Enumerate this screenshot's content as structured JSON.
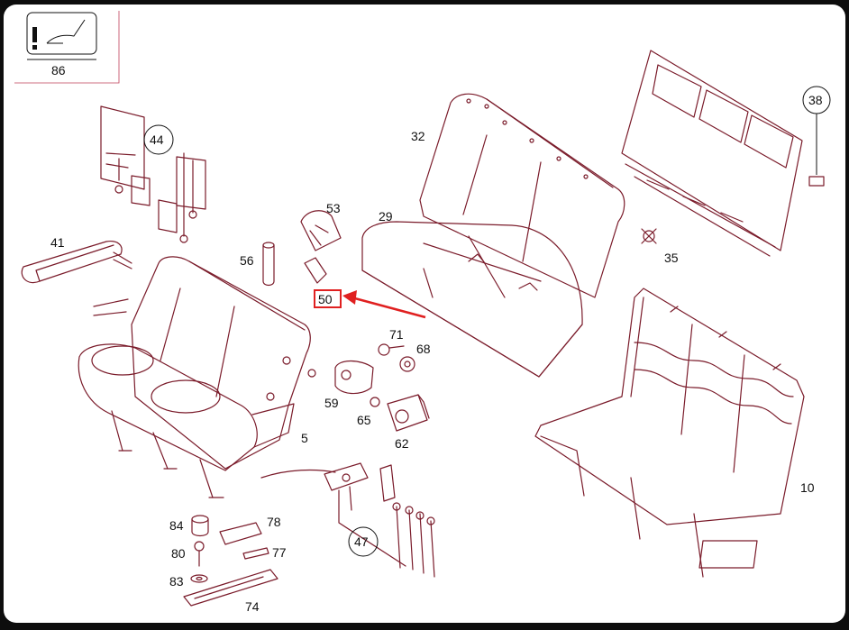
{
  "diagram": {
    "inset_label": "86",
    "parts": [
      {
        "id": "p44",
        "label": "44",
        "circled": true
      },
      {
        "id": "p41",
        "label": "41",
        "circled": false
      },
      {
        "id": "p56",
        "label": "56",
        "circled": false
      },
      {
        "id": "p53",
        "label": "53",
        "circled": false
      },
      {
        "id": "p50",
        "label": "50",
        "circled": false,
        "highlighted": true
      },
      {
        "id": "p29",
        "label": "29",
        "circled": false
      },
      {
        "id": "p32",
        "label": "32",
        "circled": false
      },
      {
        "id": "p38",
        "label": "38",
        "circled": true
      },
      {
        "id": "p35",
        "label": "35",
        "circled": false
      },
      {
        "id": "p71",
        "label": "71",
        "circled": false
      },
      {
        "id": "p68",
        "label": "68",
        "circled": false
      },
      {
        "id": "p59",
        "label": "59",
        "circled": false
      },
      {
        "id": "p65",
        "label": "65",
        "circled": false
      },
      {
        "id": "p62",
        "label": "62",
        "circled": false
      },
      {
        "id": "p5",
        "label": "5",
        "circled": false
      },
      {
        "id": "p10",
        "label": "10",
        "circled": false
      },
      {
        "id": "p47",
        "label": "47",
        "circled": true
      },
      {
        "id": "p84",
        "label": "84",
        "circled": false
      },
      {
        "id": "p78",
        "label": "78",
        "circled": false
      },
      {
        "id": "p80",
        "label": "80",
        "circled": false
      },
      {
        "id": "p77",
        "label": "77",
        "circled": false
      },
      {
        "id": "p83",
        "label": "83",
        "circled": false
      },
      {
        "id": "p74",
        "label": "74",
        "circled": false
      }
    ],
    "colors": {
      "linework": "#7a1b2a",
      "highlight": "#e02020",
      "text": "#111111",
      "background": "#ffffff"
    }
  }
}
